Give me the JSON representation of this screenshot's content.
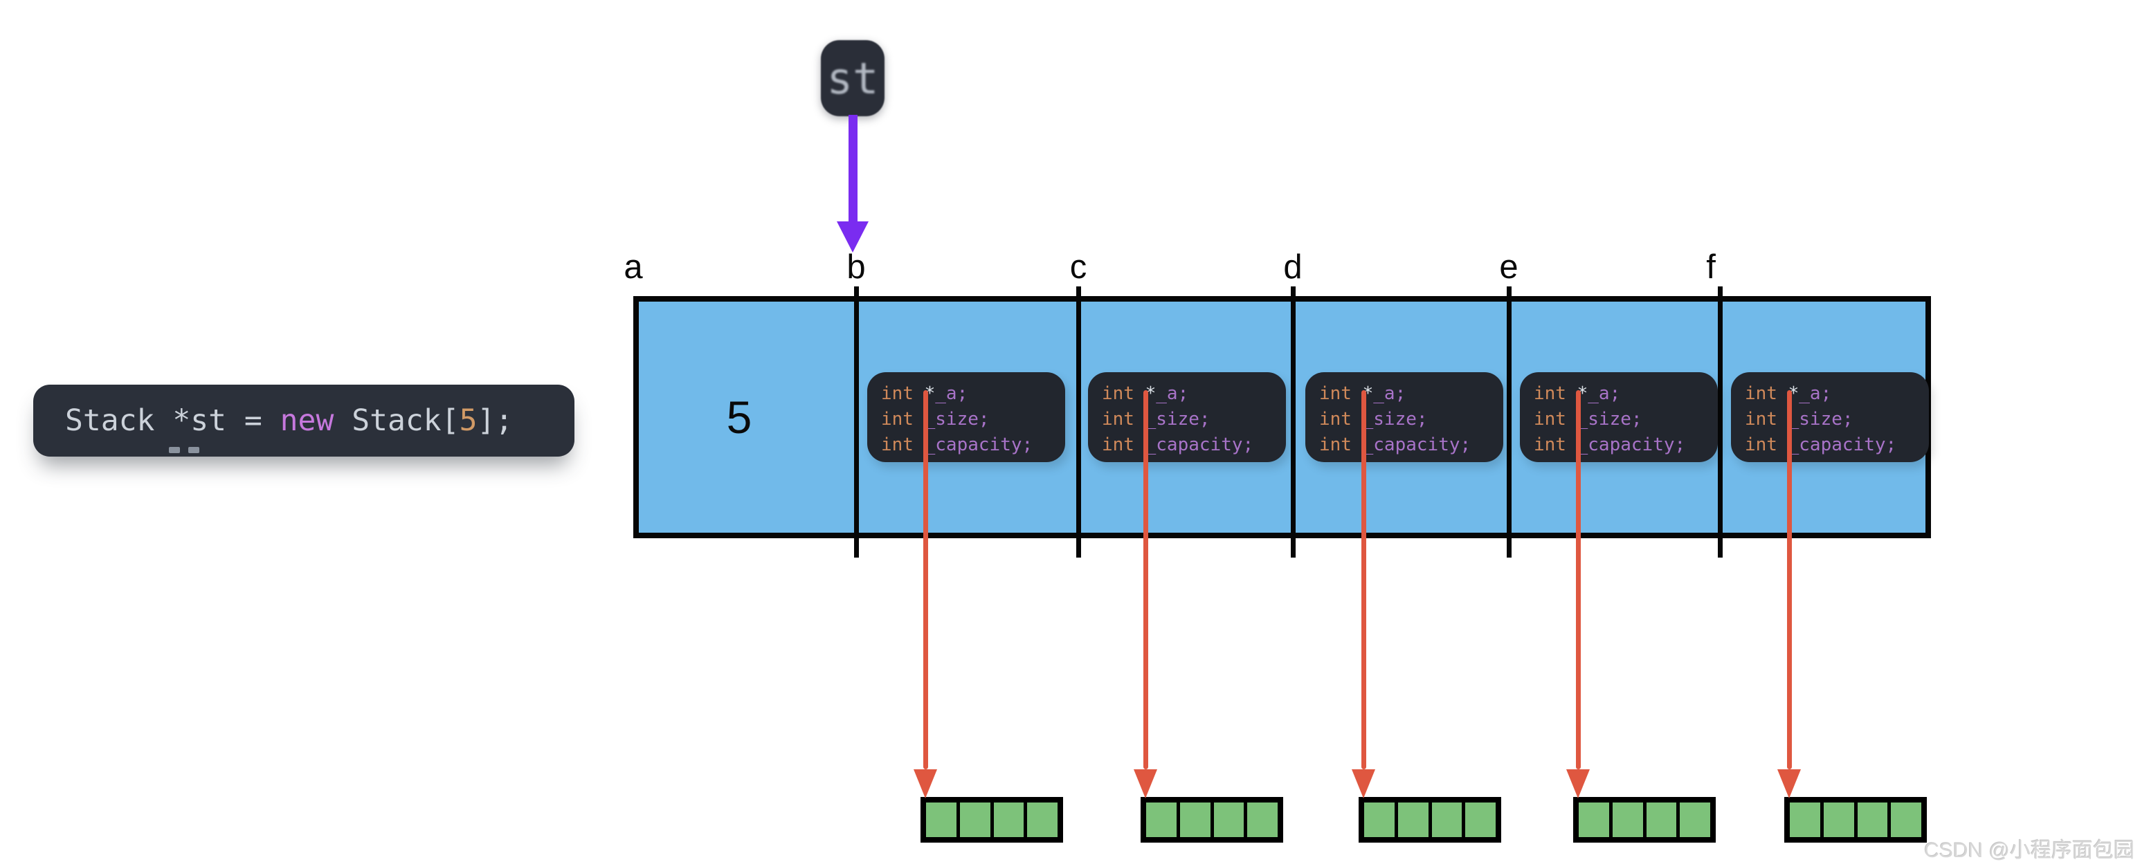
{
  "code_snippet": {
    "tokens": [
      {
        "text": "Stack *st = ",
        "color": "#ccd2da"
      },
      {
        "text": "new",
        "color": "#c678dd"
      },
      {
        "text": " Stack[",
        "color": "#ccd2da"
      },
      {
        "text": "5",
        "color": "#d19a66"
      },
      {
        "text": "];",
        "color": "#ccd2da"
      }
    ]
  },
  "pointer": {
    "label": "st"
  },
  "memory_block": {
    "cell_labels": [
      "a",
      "b",
      "c",
      "d",
      "e",
      "f"
    ],
    "count_value": "5",
    "struct_code_lines": [
      [
        {
          "text": "int ",
          "color": "#d0895a"
        },
        {
          "text": "*",
          "color": "#dde2e8"
        },
        {
          "text": "_a;",
          "color": "#a873c8"
        }
      ],
      [
        {
          "text": "int ",
          "color": "#d0895a"
        },
        {
          "text": "_size;",
          "color": "#a873c8"
        }
      ],
      [
        {
          "text": "int ",
          "color": "#d0895a"
        },
        {
          "text": "_capacity;",
          "color": "#a873c8"
        }
      ]
    ]
  },
  "heap_arrays": {
    "count": 5,
    "cells_per_array": 4
  },
  "watermark": "CSDN @小程序面包园",
  "colors": {
    "memory_fill": "#71baea",
    "array_fill": "#7dc27a",
    "pointer_arrow": "#7a2cf0",
    "element_arrow": "#df5740",
    "dark_box": "#22262e",
    "snippet_box": "#2b303a"
  }
}
